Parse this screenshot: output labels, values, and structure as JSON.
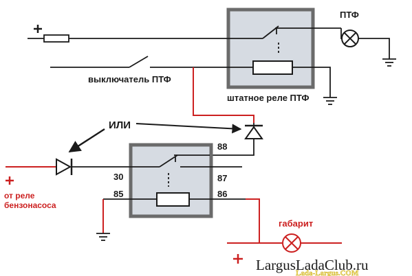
{
  "labels": {
    "plus_top": "+",
    "ptf": "ПТФ",
    "switch": "выключатель ПТФ",
    "stock_relay": "штатное реле ПТФ",
    "ili": "ИЛИ",
    "plus_left": "+",
    "from_relay_line1": "от реле",
    "from_relay_line2": "бензонасоса",
    "pin_88": "88",
    "pin_30": "30",
    "pin_87": "87",
    "pin_85": "85",
    "pin_86": "86",
    "gabarit": "габарит",
    "plus_bottom": "+",
    "watermark": "LargusLadaClub.ru",
    "watermark_small": "Lada-Largus.COM"
  },
  "colors": {
    "black_wire": "#1a1a1a",
    "red_wire": "#cc2020",
    "relay_fill": "#d6dbe2",
    "relay_border": "#6b6b6b"
  },
  "icons": [
    "fuse-icon",
    "lamp-icon",
    "ground-icon",
    "diode-icon",
    "switch-icon",
    "relay-coil-icon",
    "arrow-icon"
  ]
}
